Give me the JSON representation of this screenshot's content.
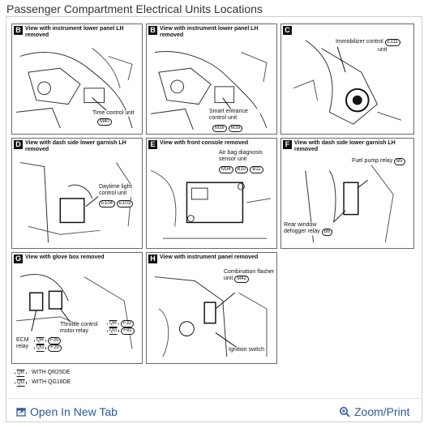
{
  "page": {
    "title": "Passenger Compartment Electrical Units Locations"
  },
  "panels": [
    {
      "letter": "B",
      "title": "View with instrument lower panel LH removed",
      "labels": [
        "Time control unit",
        "M40"
      ]
    },
    {
      "letter": "B",
      "title": "View with instrument lower panel LH removed",
      "labels": [
        "Smart entrance control unit",
        "M38",
        "M39"
      ]
    },
    {
      "letter": "C",
      "title": "",
      "labels": [
        "Immobilizer control",
        "E111",
        "unit"
      ]
    },
    {
      "letter": "D",
      "title": "View with dash side lower garnish LH removed",
      "labels": [
        "Daytime light control unit",
        "E104",
        "E103"
      ]
    },
    {
      "letter": "E",
      "title": "View with front console removed",
      "labels": [
        "Air bag diagnosis sensor unit",
        "M34",
        "B10",
        "B11"
      ]
    },
    {
      "letter": "F",
      "title": "View with dash side lower garnish LH removed",
      "labels": [
        "Fuel pump relay",
        "B5",
        "Rear window defogger relay",
        "B6"
      ]
    },
    {
      "letter": "G",
      "title": "View with glove box removed",
      "labels": [
        "Throttle control motor relay",
        "QR",
        "F33",
        "QG",
        "F81",
        "ECM relay",
        "QR",
        "F35",
        "QG",
        "F29"
      ]
    },
    {
      "letter": "H",
      "title": "View with instrument panel removed",
      "labels": [
        "Combination flasher unit",
        "M42",
        "Ignition switch"
      ]
    }
  ],
  "legend": [
    {
      "code": "QR",
      "text": ": WITH QR25DE"
    },
    {
      "code": "QG",
      "text": ": WITH QG18DE"
    }
  ],
  "footer": {
    "open_tab": "Open In New Tab",
    "zoom": "Zoom/Print",
    "accent": "#2b5a9a"
  }
}
